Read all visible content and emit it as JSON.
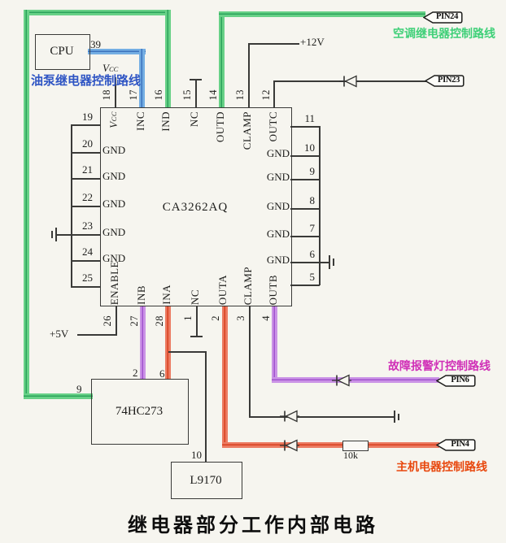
{
  "caption": "继电器部分工作内部电路",
  "chip": {
    "name": "CA3262AQ",
    "pins": {
      "top": [
        {
          "num": "18",
          "label": "V",
          "sub": "CC"
        },
        {
          "num": "17",
          "label": "INC"
        },
        {
          "num": "16",
          "label": "IND"
        },
        {
          "num": "15",
          "label": "NC"
        },
        {
          "num": "14",
          "label": "OUTD"
        },
        {
          "num": "13",
          "label": "CLAMP"
        },
        {
          "num": "12",
          "label": "OUTC"
        }
      ],
      "bottom": [
        {
          "num": "26",
          "label": "ENABLE"
        },
        {
          "num": "27",
          "label": "INB"
        },
        {
          "num": "28",
          "label": "INA"
        },
        {
          "num": "1",
          "label": "NC"
        },
        {
          "num": "2",
          "label": "OUTA"
        },
        {
          "num": "3",
          "label": "CLAMP"
        },
        {
          "num": "4",
          "label": "OUTB"
        }
      ],
      "left": [
        {
          "num": "19",
          "label": ""
        },
        {
          "num": "20",
          "label": "GND"
        },
        {
          "num": "21",
          "label": "GND"
        },
        {
          "num": "22",
          "label": "GND"
        },
        {
          "num": "23",
          "label": "GND"
        },
        {
          "num": "24",
          "label": "GND"
        },
        {
          "num": "25",
          "label": ""
        }
      ],
      "right": [
        {
          "num": "11",
          "label": ""
        },
        {
          "num": "10",
          "label": "GND"
        },
        {
          "num": "9",
          "label": "GND"
        },
        {
          "num": "8",
          "label": "GND"
        },
        {
          "num": "7",
          "label": "GND"
        },
        {
          "num": "6",
          "label": "GND"
        },
        {
          "num": "5",
          "label": ""
        }
      ]
    }
  },
  "components": {
    "cpu": {
      "name": "CPU",
      "pin_out": "39"
    },
    "latch": {
      "name": "74HC273",
      "pin_q2": "2",
      "pin_q6": "6",
      "pin_in9": "9"
    },
    "driver": {
      "name": "L9170",
      "pin_in": "10"
    }
  },
  "power": {
    "vcc": "V",
    "vcc_sub": "CC",
    "rail_12v": "+12V",
    "rail_5v": "+5V"
  },
  "parts": {
    "resistor_value": "10k"
  },
  "connectors": {
    "pin24": "PIN24",
    "pin23": "PIN23",
    "pin6": "PIN6",
    "pin4": "PIN4"
  },
  "routes": {
    "oil_pump_relay": {
      "label": "油泵继电器控制路线",
      "color": "#2f55c4"
    },
    "air_conditioner_relay": {
      "label": "空调继电器控制路线",
      "color": "#3fd078"
    },
    "fault_alarm_lamp": {
      "label": "故障报警灯控制路线",
      "color": "#d02fb7"
    },
    "main_engine": {
      "label": "主机电器控制路线",
      "color": "#e8480e"
    }
  },
  "wire_colors": {
    "green": "#68d187",
    "blue": "#74aee3",
    "purple": "#cb93e6",
    "red": "#ec7b62",
    "ink": "#3a3a38"
  }
}
